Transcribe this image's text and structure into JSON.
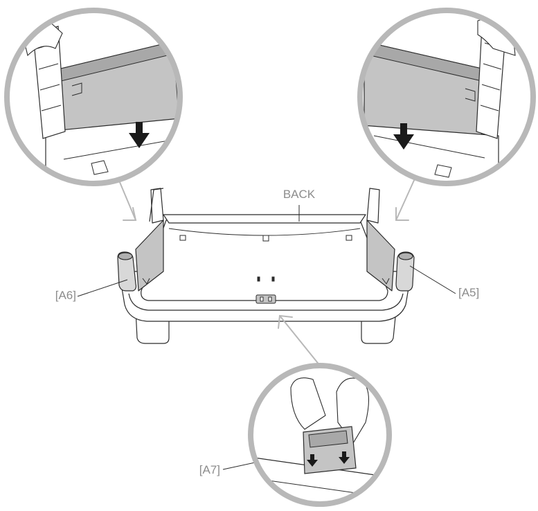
{
  "diagram": {
    "labels": {
      "back": "BACK",
      "a5": "[A5]",
      "a6": "[A6]",
      "a7": "[A7]"
    },
    "colors": {
      "line": "#2b2b2b",
      "label": "#8c8c8c",
      "callout_ring": "#b8b8b8",
      "panel_fill": "#c4c4c4",
      "arrow_fill": "#1a1a1a"
    }
  }
}
